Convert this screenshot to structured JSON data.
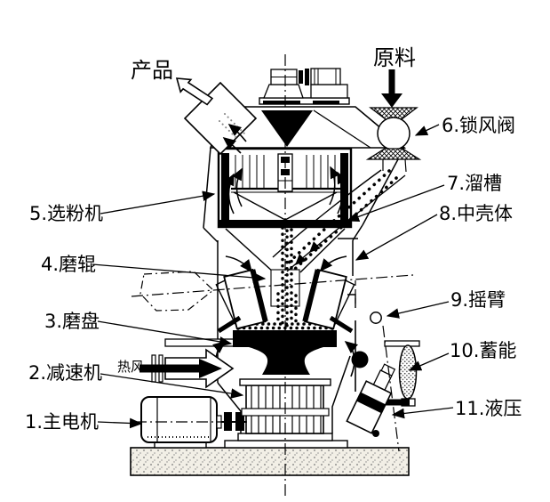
{
  "figure": {
    "type": "technical-diagram",
    "subject": "vertical roller mill cross-section",
    "colors": {
      "ink": "#000000",
      "background": "#ffffff"
    }
  },
  "flows": {
    "product": "产品",
    "raw_material": "原料",
    "hot_air": "热风"
  },
  "parts": [
    {
      "label": "1.主电机",
      "name": "main-motor"
    },
    {
      "label": "2.减速机",
      "name": "reducer"
    },
    {
      "label": "3.磨盘",
      "name": "grinding-disc"
    },
    {
      "label": "4.磨辊",
      "name": "grinding-roller"
    },
    {
      "label": "5.选粉机",
      "name": "classifier"
    },
    {
      "label": "6.锁风阀",
      "name": "air-lock-valve"
    },
    {
      "label": "7.溜槽",
      "name": "feed-chute"
    },
    {
      "label": "8.中壳体",
      "name": "middle-shell"
    },
    {
      "label": "9.摇臂",
      "name": "rocker-arm"
    },
    {
      "label": "10.蓄能",
      "name": "accumulator"
    },
    {
      "label": "11.液压",
      "name": "hydraulic-cylinder"
    }
  ]
}
